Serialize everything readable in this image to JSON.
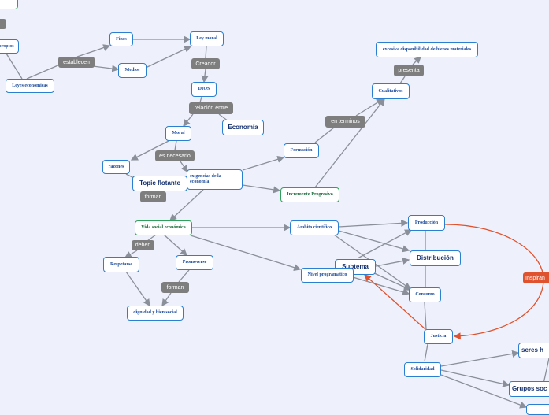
{
  "nodes": {
    "propios": "propios",
    "leyes_economicas": "Leyes economicas",
    "fines": "Fines",
    "medios": "Medios",
    "ley_moral": "Ley moral",
    "dios": "DIOS",
    "moral": "Moral",
    "economia": "Economía",
    "razones": "razones",
    "exigencias": "exigencias de la economía",
    "topic_flotante": "Topic flotante",
    "vida_social": "Vida social económica",
    "respetarse": "Respetarse",
    "promoverse": "Promoverse",
    "dignidad": "dignidad y bien social",
    "formacion": "Formación",
    "incremento": "Incremento Progresivo",
    "cualitativos": "Cualitativos",
    "excesiva": "excesiva disponibilidad de bienes materiales",
    "ambito": "Ámbito científico",
    "subtema": "Subtema",
    "nivel": "Nivel programatico",
    "produccion": "Producción",
    "distribucion": "Distribución",
    "consumo": "Consumo",
    "justicia": "Justicia",
    "solidaridad": "Solidaridad",
    "seres": "seres h",
    "grupos": "Grupos soc"
  },
  "labels": {
    "establecen": "establecen",
    "creador": "Creador",
    "relacion": "relación entre",
    "es_necesario": "es necesario",
    "forman1": "forman",
    "deben": "deben",
    "forman2": "forman",
    "en_terminos": "en terminos",
    "presenta": "presenta",
    "inspiran": "Inspiran"
  },
  "colors": {
    "node_border": "#2a7fd1",
    "green_border": "#2fa05a",
    "connector_label": "#7e7e7e",
    "highlight": "#e0522e",
    "background": "#eef1fb"
  }
}
